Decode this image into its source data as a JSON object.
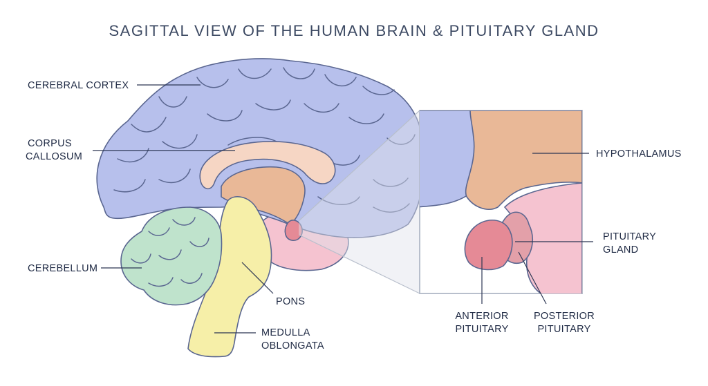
{
  "title": "SAGITTAL VIEW OF THE HUMAN BRAIN & PITUITARY GLAND",
  "labels": {
    "cerebral_cortex": "CEREBRAL CORTEX",
    "corpus_callosum_1": "CORPUS",
    "corpus_callosum_2": "CALLOSUM",
    "cerebellum": "CEREBELLUM",
    "pons": "PONS",
    "medulla_1": "MEDULLA",
    "medulla_2": "OBLONGATA",
    "hypothalamus": "HYPOTHALAMUS",
    "pituitary_1": "PITUITARY",
    "pituitary_2": "GLAND",
    "anterior_1": "ANTERIOR",
    "anterior_2": "PITUITARY",
    "posterior_1": "POSTERIOR",
    "posterior_2": "PITUITARY"
  },
  "colors": {
    "cortex": "#b7c0ec",
    "corpus_callosum": "#f6d6c4",
    "diencephalon": "#e9b897",
    "cerebellum": "#bfe3cc",
    "brainstem": "#f6efa8",
    "pons_region": "#f5c3d0",
    "pituitary_anterior": "#e58a96",
    "pituitary_posterior": "#e3a0a9",
    "hypothalamus_inset": "#e9b897",
    "text": "#1f2a44"
  }
}
